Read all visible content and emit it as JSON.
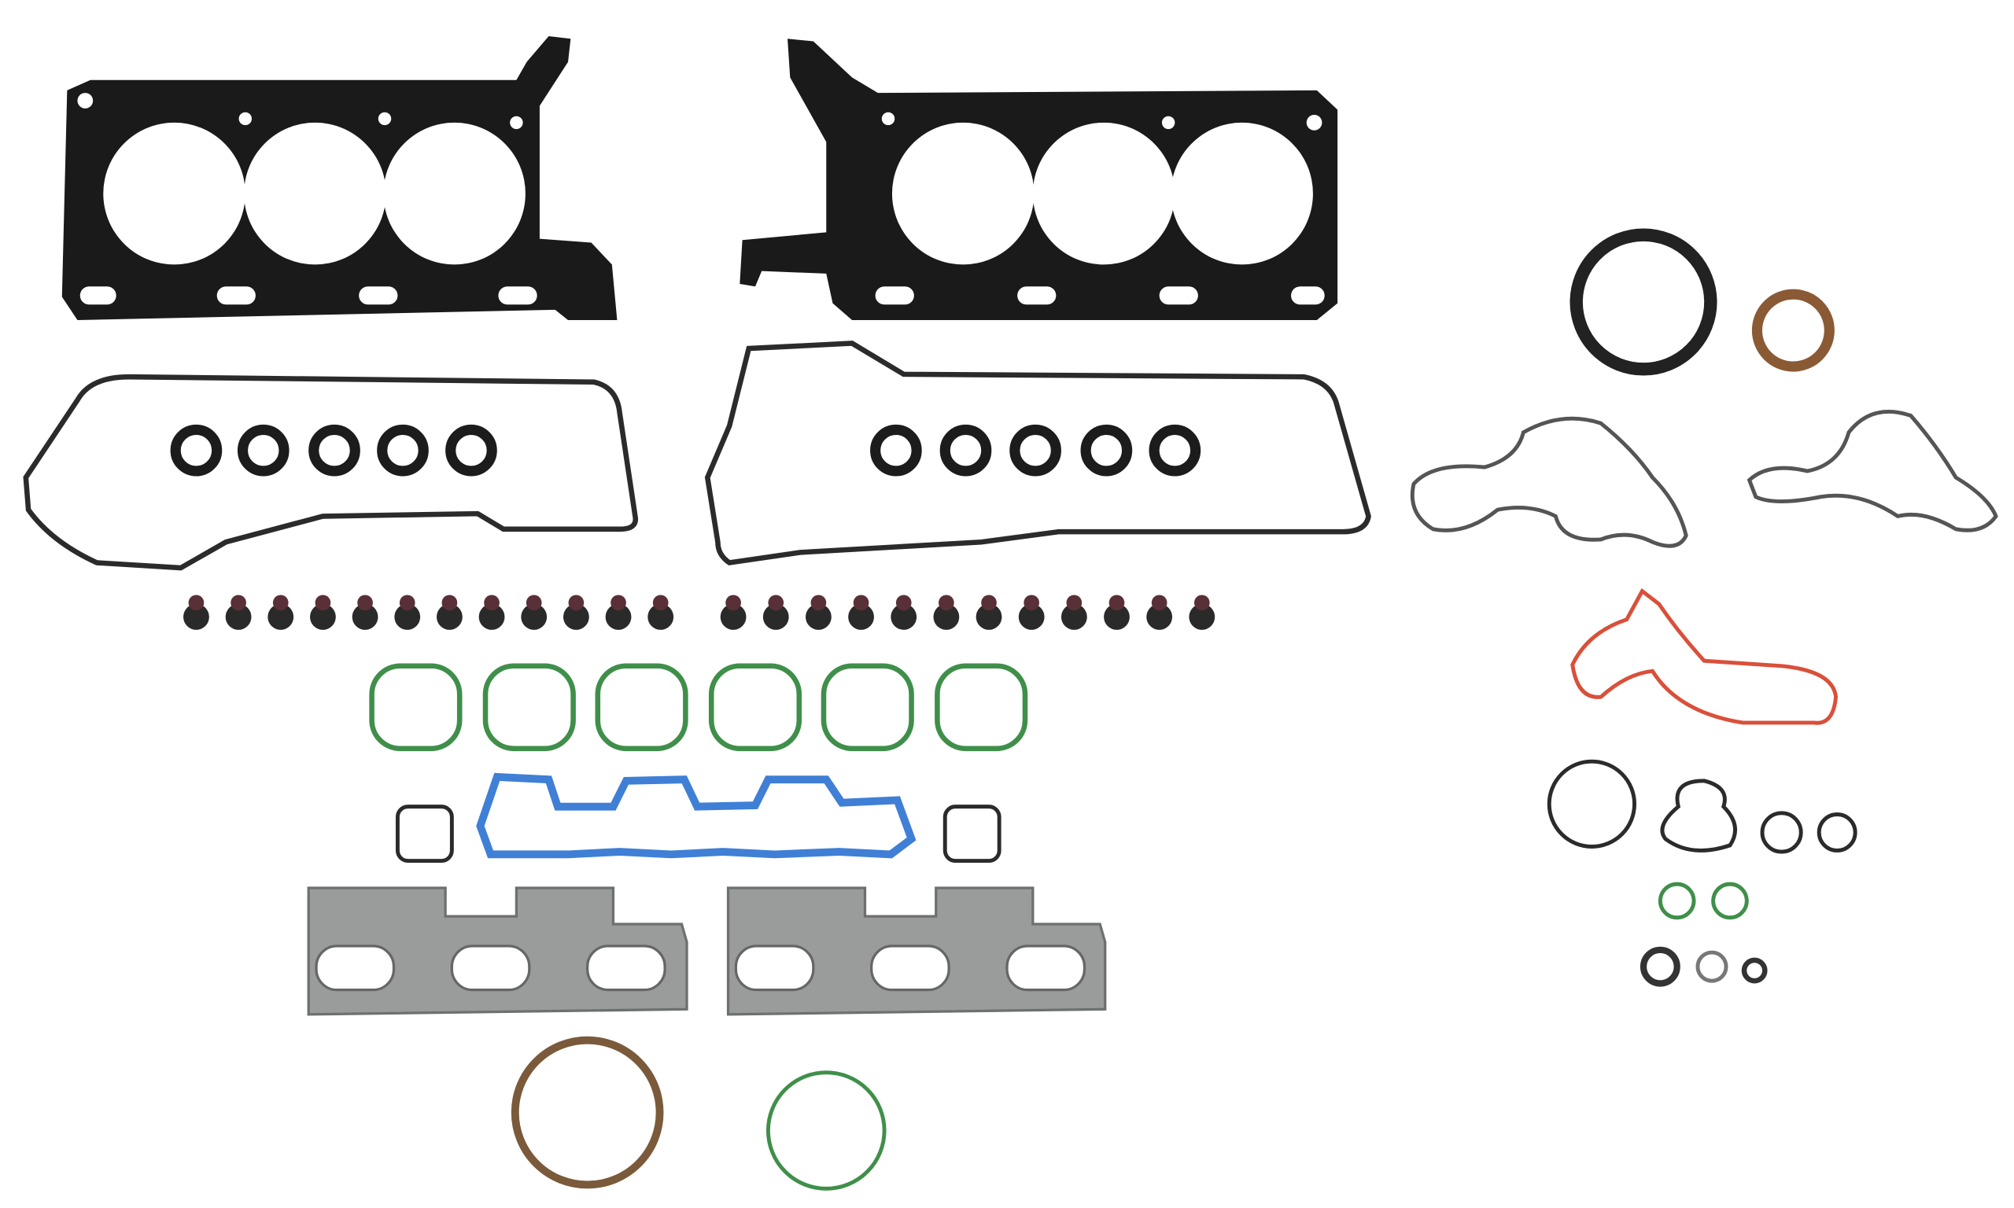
{
  "product": {
    "description_visible_text": "",
    "colors": {
      "background": "#ffffff",
      "mls_black": "#1a1a1a",
      "rubber_outline": "#2b2b2b",
      "intake_green": "#3f8f4a",
      "plenum_blue": "#3f7fd6",
      "water_red": "#d9503a",
      "exhaust_steel": "#9a9c9c",
      "seal_brown": "#8a5a35",
      "ring_brown": "#7a5a3a"
    },
    "counts": {
      "head_gaskets": 2,
      "valve_cover_gaskets": 2,
      "spark_plug_tube_seals": 10,
      "valve_stem_seals": 24,
      "intake_port_gaskets": 6,
      "exhaust_manifold_gaskets": 2
    }
  }
}
